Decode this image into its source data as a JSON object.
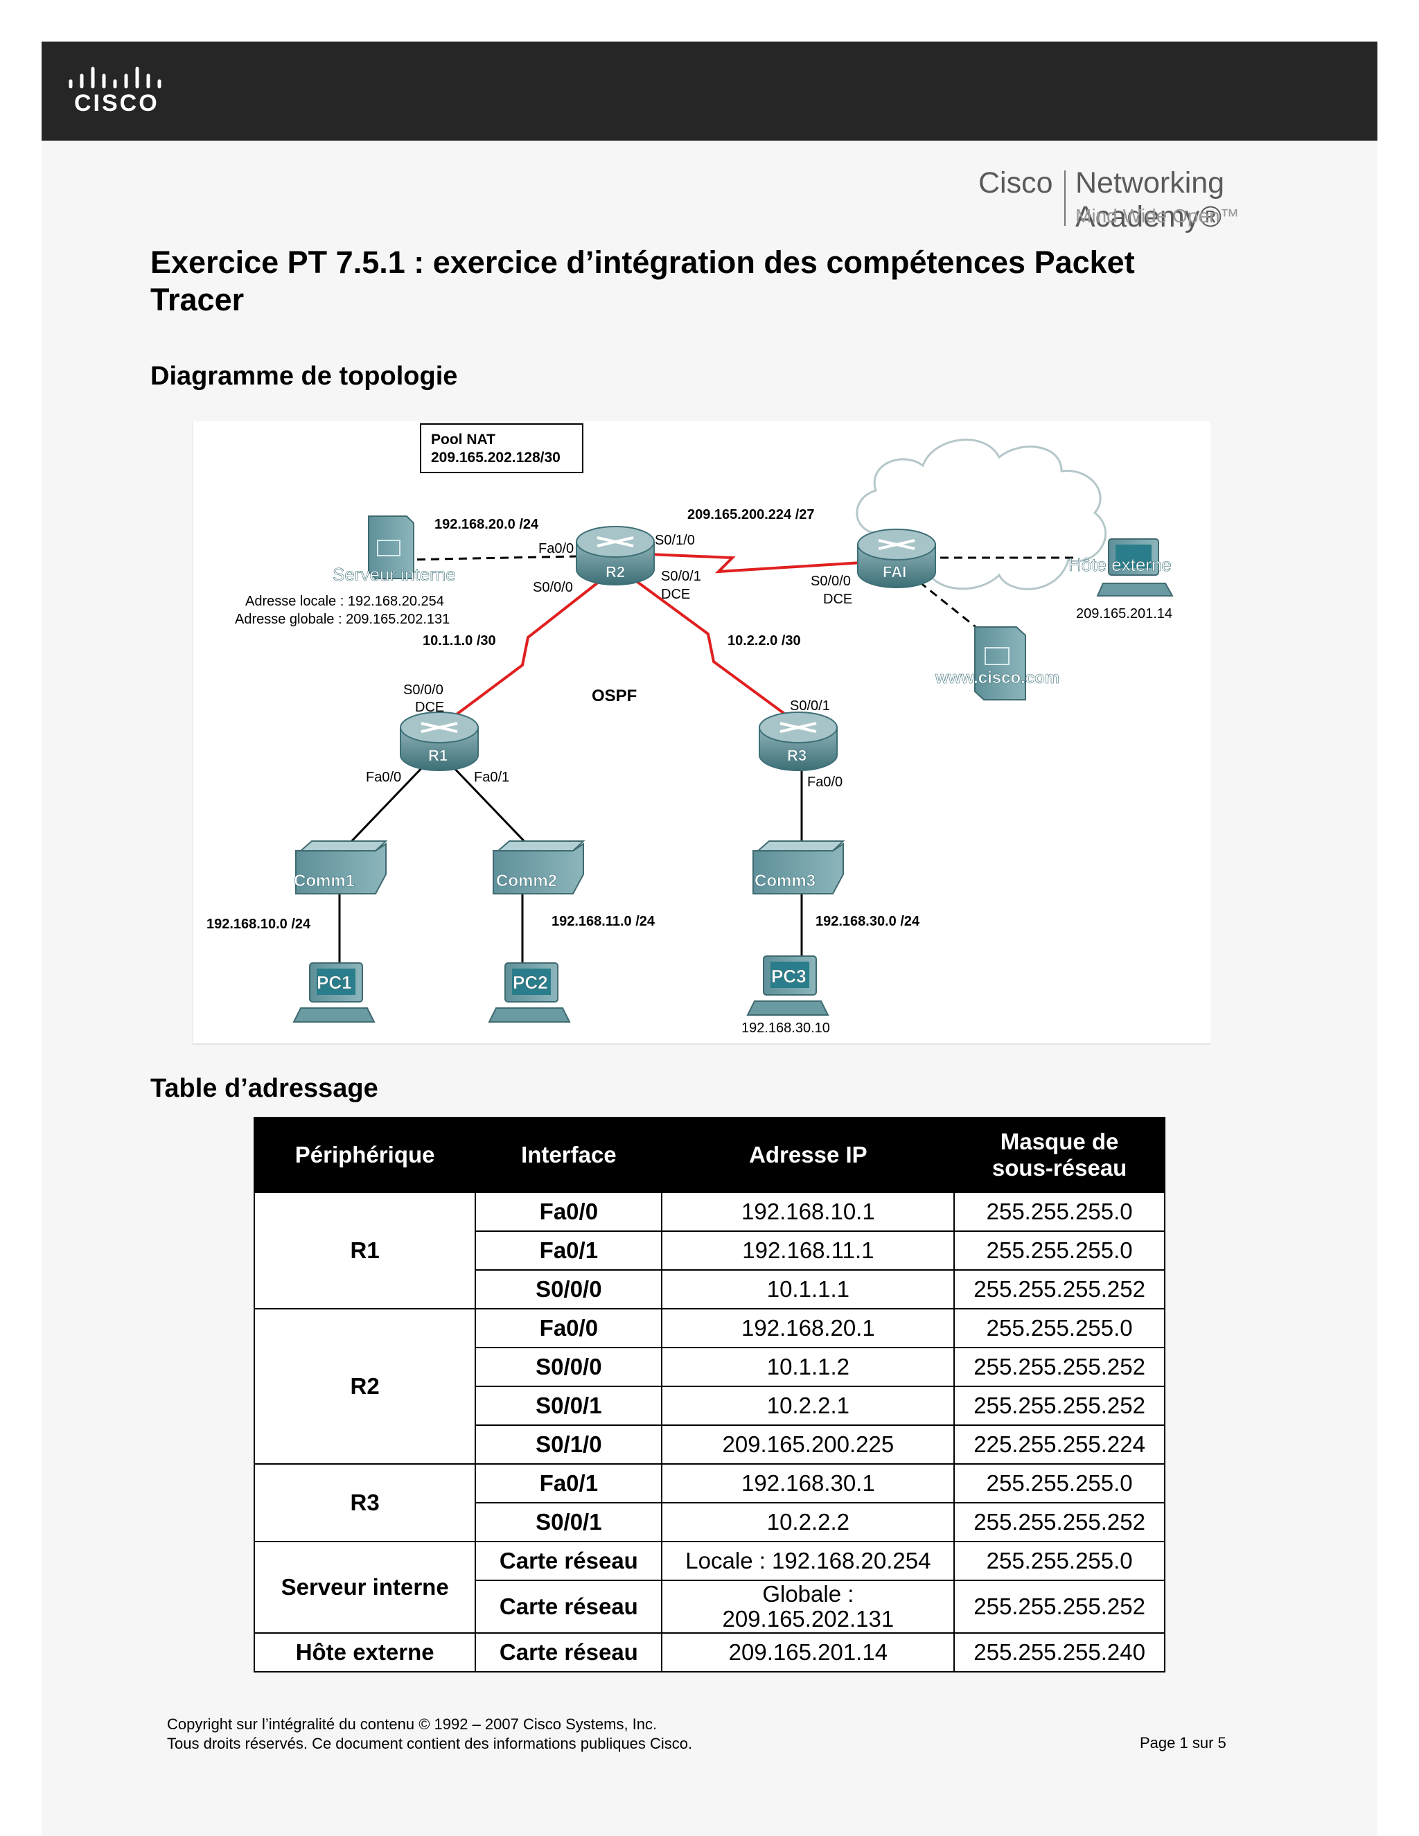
{
  "header": {
    "logo_text": "CISCO",
    "academy_cisco": "Cisco",
    "academy_name": "Networking Academy®",
    "academy_tagline": "Mind Wide Open™"
  },
  "title": "Exercice PT 7.5.1 : exercice d’intégration des compétences Packet Tracer",
  "sections": {
    "topology": "Diagramme de topologie",
    "addressing": "Table d’adressage"
  },
  "diagram": {
    "pool_title": "Pool NAT",
    "pool_addr": "209.165.202.128/30",
    "net_server": "192.168.20.0 /24",
    "net_isp": "209.165.200.224 /27",
    "r2_fa00": "Fa0/0",
    "r2_s010": "S0/1/0",
    "r2_s000": "S0/0/0",
    "r2_s001": "S0/0/1",
    "r2_dce": "DCE",
    "r2": "R2",
    "fai": "FAI",
    "fai_s000": "S0/0/0",
    "fai_dce": "DCE",
    "server_name": "Serveur interne",
    "server_local": "Adresse locale :  192.168.20.254",
    "server_global": "Adresse globale :  209.165.202.131",
    "host_name": "Hôte externe",
    "host_ip": "209.165.201.14",
    "www": "www.cisco.com",
    "net_r1r2": "10.1.1.0 /30",
    "net_r2r3": "10.2.2.0 /30",
    "r1_s000": "S0/0/0",
    "r1_dce": "DCE",
    "ospf": "OSPF",
    "r3_s001": "S0/0/1",
    "r1": "R1",
    "r3": "R3",
    "r1_fa00": "Fa0/0",
    "r1_fa01": "Fa0/1",
    "r3_fa00": "Fa0/0",
    "comm1": "Comm1",
    "comm2": "Comm2",
    "comm3": "Comm3",
    "net_pc1": "192.168.10.0 /24",
    "net_pc2": "192.168.11.0 /24",
    "net_pc3": "192.168.30.0 /24",
    "pc1": "PC1",
    "pc2": "PC2",
    "pc3": "PC3",
    "pc3_ip": "192.168.30.10"
  },
  "table": {
    "headers": [
      "Périphérique",
      "Interface",
      "Adresse IP",
      "Masque de sous-réseau"
    ],
    "devices": [
      "R1",
      "R2",
      "R3",
      "Serveur interne",
      "Hôte externe"
    ],
    "rows": [
      [
        "Fa0/0",
        "192.168.10.1",
        "255.255.255.0"
      ],
      [
        "Fa0/1",
        "192.168.11.1",
        "255.255.255.0"
      ],
      [
        "S0/0/0",
        "10.1.1.1",
        "255.255.255.252"
      ],
      [
        "Fa0/0",
        "192.168.20.1",
        "255.255.255.0"
      ],
      [
        "S0/0/0",
        "10.1.1.2",
        "255.255.255.252"
      ],
      [
        "S0/0/1",
        "10.2.2.1",
        "255.255.255.252"
      ],
      [
        "S0/1/0",
        "209.165.200.225",
        "225.255.255.224"
      ],
      [
        "Fa0/1",
        "192.168.30.1",
        "255.255.255.0"
      ],
      [
        "S0/0/1",
        "10.2.2.2",
        "255.255.255.252"
      ],
      [
        "Carte réseau",
        "Locale : 192.168.20.254",
        "255.255.255.0"
      ],
      [
        "Carte réseau",
        "Globale : 209.165.202.131",
        "255.255.255.252"
      ],
      [
        "Carte réseau",
        "209.165.201.14",
        "255.255.255.240"
      ]
    ]
  },
  "footer": {
    "line1": "Copyright sur l’intégralité du contenu © 1992 – 2007 Cisco Systems, Inc.",
    "line2": "Tous droits réservés. Ce document contient des informations publiques Cisco.",
    "page": "Page 1 sur 5"
  }
}
